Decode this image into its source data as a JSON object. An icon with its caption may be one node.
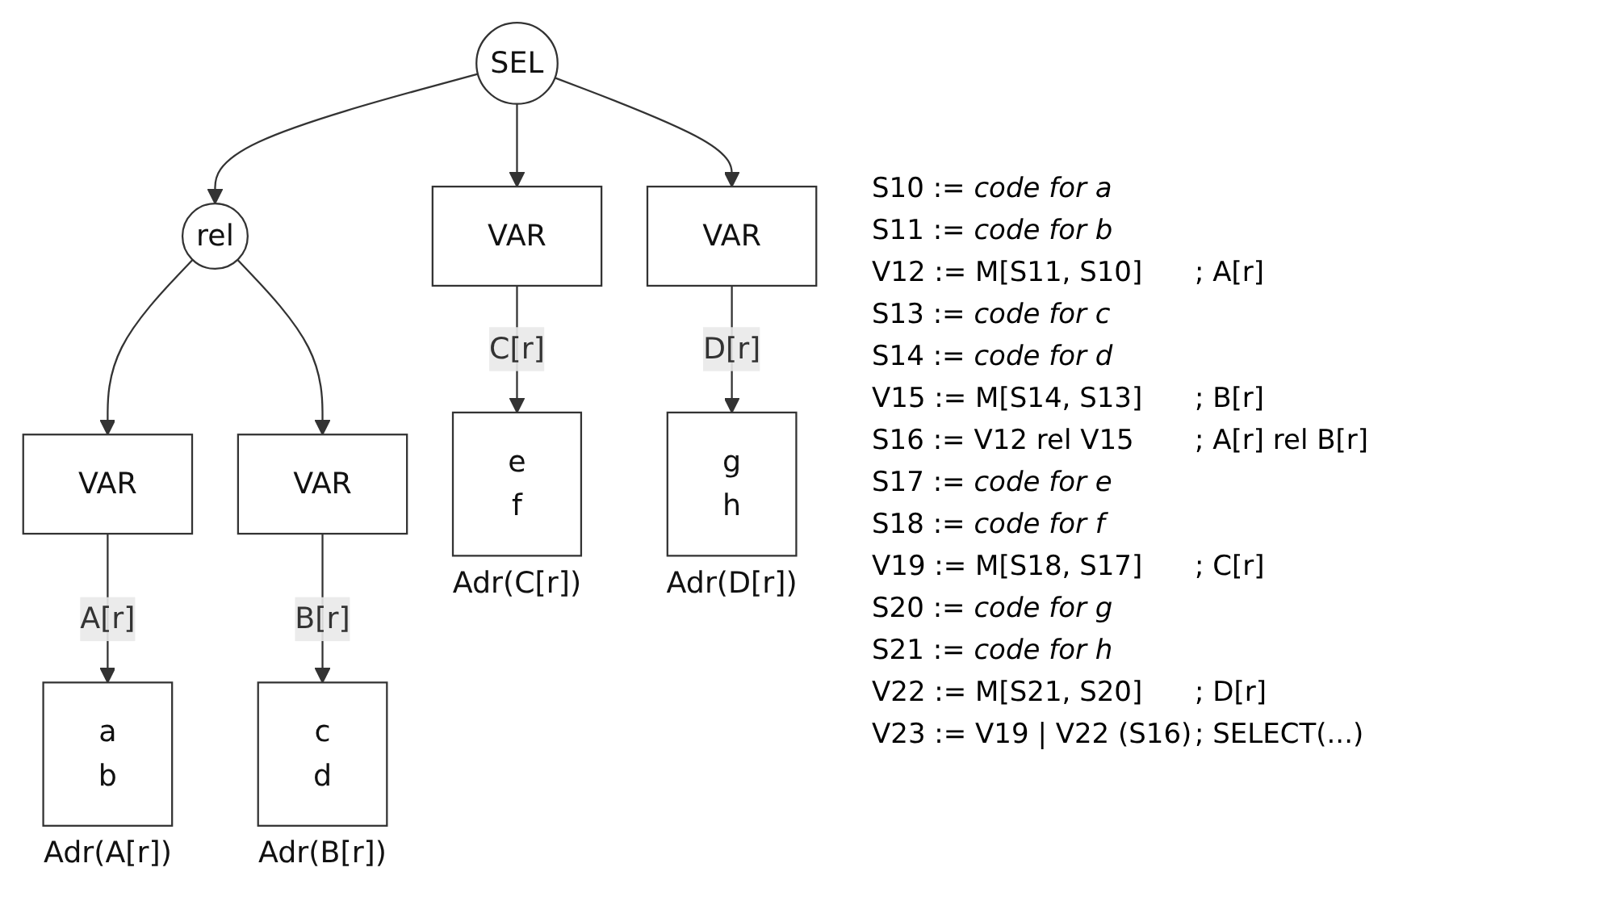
{
  "diagram": {
    "nodes": [
      {
        "text": [
          "SEL"
        ]
      },
      {
        "text": [
          "rel"
        ]
      },
      {
        "text": [
          "VAR"
        ]
      },
      {
        "text": [
          "VAR"
        ]
      },
      {
        "text": [
          "VAR"
        ]
      },
      {
        "text": [
          "VAR"
        ]
      },
      {
        "text": [
          "e",
          "f"
        ],
        "beside": [
          "Adr(C[r])"
        ]
      },
      {
        "text": [
          "g",
          "h"
        ],
        "beside": [
          "Adr(D[r])"
        ]
      },
      {
        "text": [
          "a",
          "b"
        ],
        "beside": [
          "Adr(A[r])"
        ]
      },
      {
        "text": [
          "c",
          "d"
        ],
        "beside": [
          "Adr(B[r])"
        ]
      }
    ],
    "edges": [
      {
        "from": 0,
        "to": 1,
        "arrow": "to"
      },
      {
        "from": 0,
        "to": 2,
        "arrow": "to"
      },
      {
        "from": 0,
        "to": 3,
        "arrow": "to"
      },
      {
        "from": 1,
        "to": 4,
        "arrow": "to"
      },
      {
        "from": 1,
        "to": 5,
        "arrow": "to"
      },
      {
        "from": 2,
        "to": 6,
        "label": "C[r]",
        "arrow": "to"
      },
      {
        "from": 3,
        "to": 7,
        "label": "D[r]",
        "arrow": "to"
      },
      {
        "from": 4,
        "to": 8,
        "label": "A[r]",
        "arrow": "to"
      },
      {
        "from": 5,
        "to": 9,
        "label": "B[r]",
        "arrow": "to"
      }
    ],
    "labels": [
      "S10 := *code for a*",
      "S11 := *code for b*",
      "V12 := M[S11, S10]",
      "; A[r]",
      "S13 := *code for c*",
      "S14 := *code for d*",
      "V15 := M[S14, S13]",
      "; B[r]",
      "S16 := V12 rel V15",
      "; A[r] rel B[r]",
      "S17 := *code for e*",
      "S18 := *code for f*",
      "V19 := M[S18, S17]",
      "; C[r]",
      "S20 := *code for g*",
      "S21 := *code for h*",
      "V22 := M[S21, S20]",
      "; D[r]",
      "V23 := V19 | V22 (S16)",
      "; SELECT(...)"
    ]
  }
}
